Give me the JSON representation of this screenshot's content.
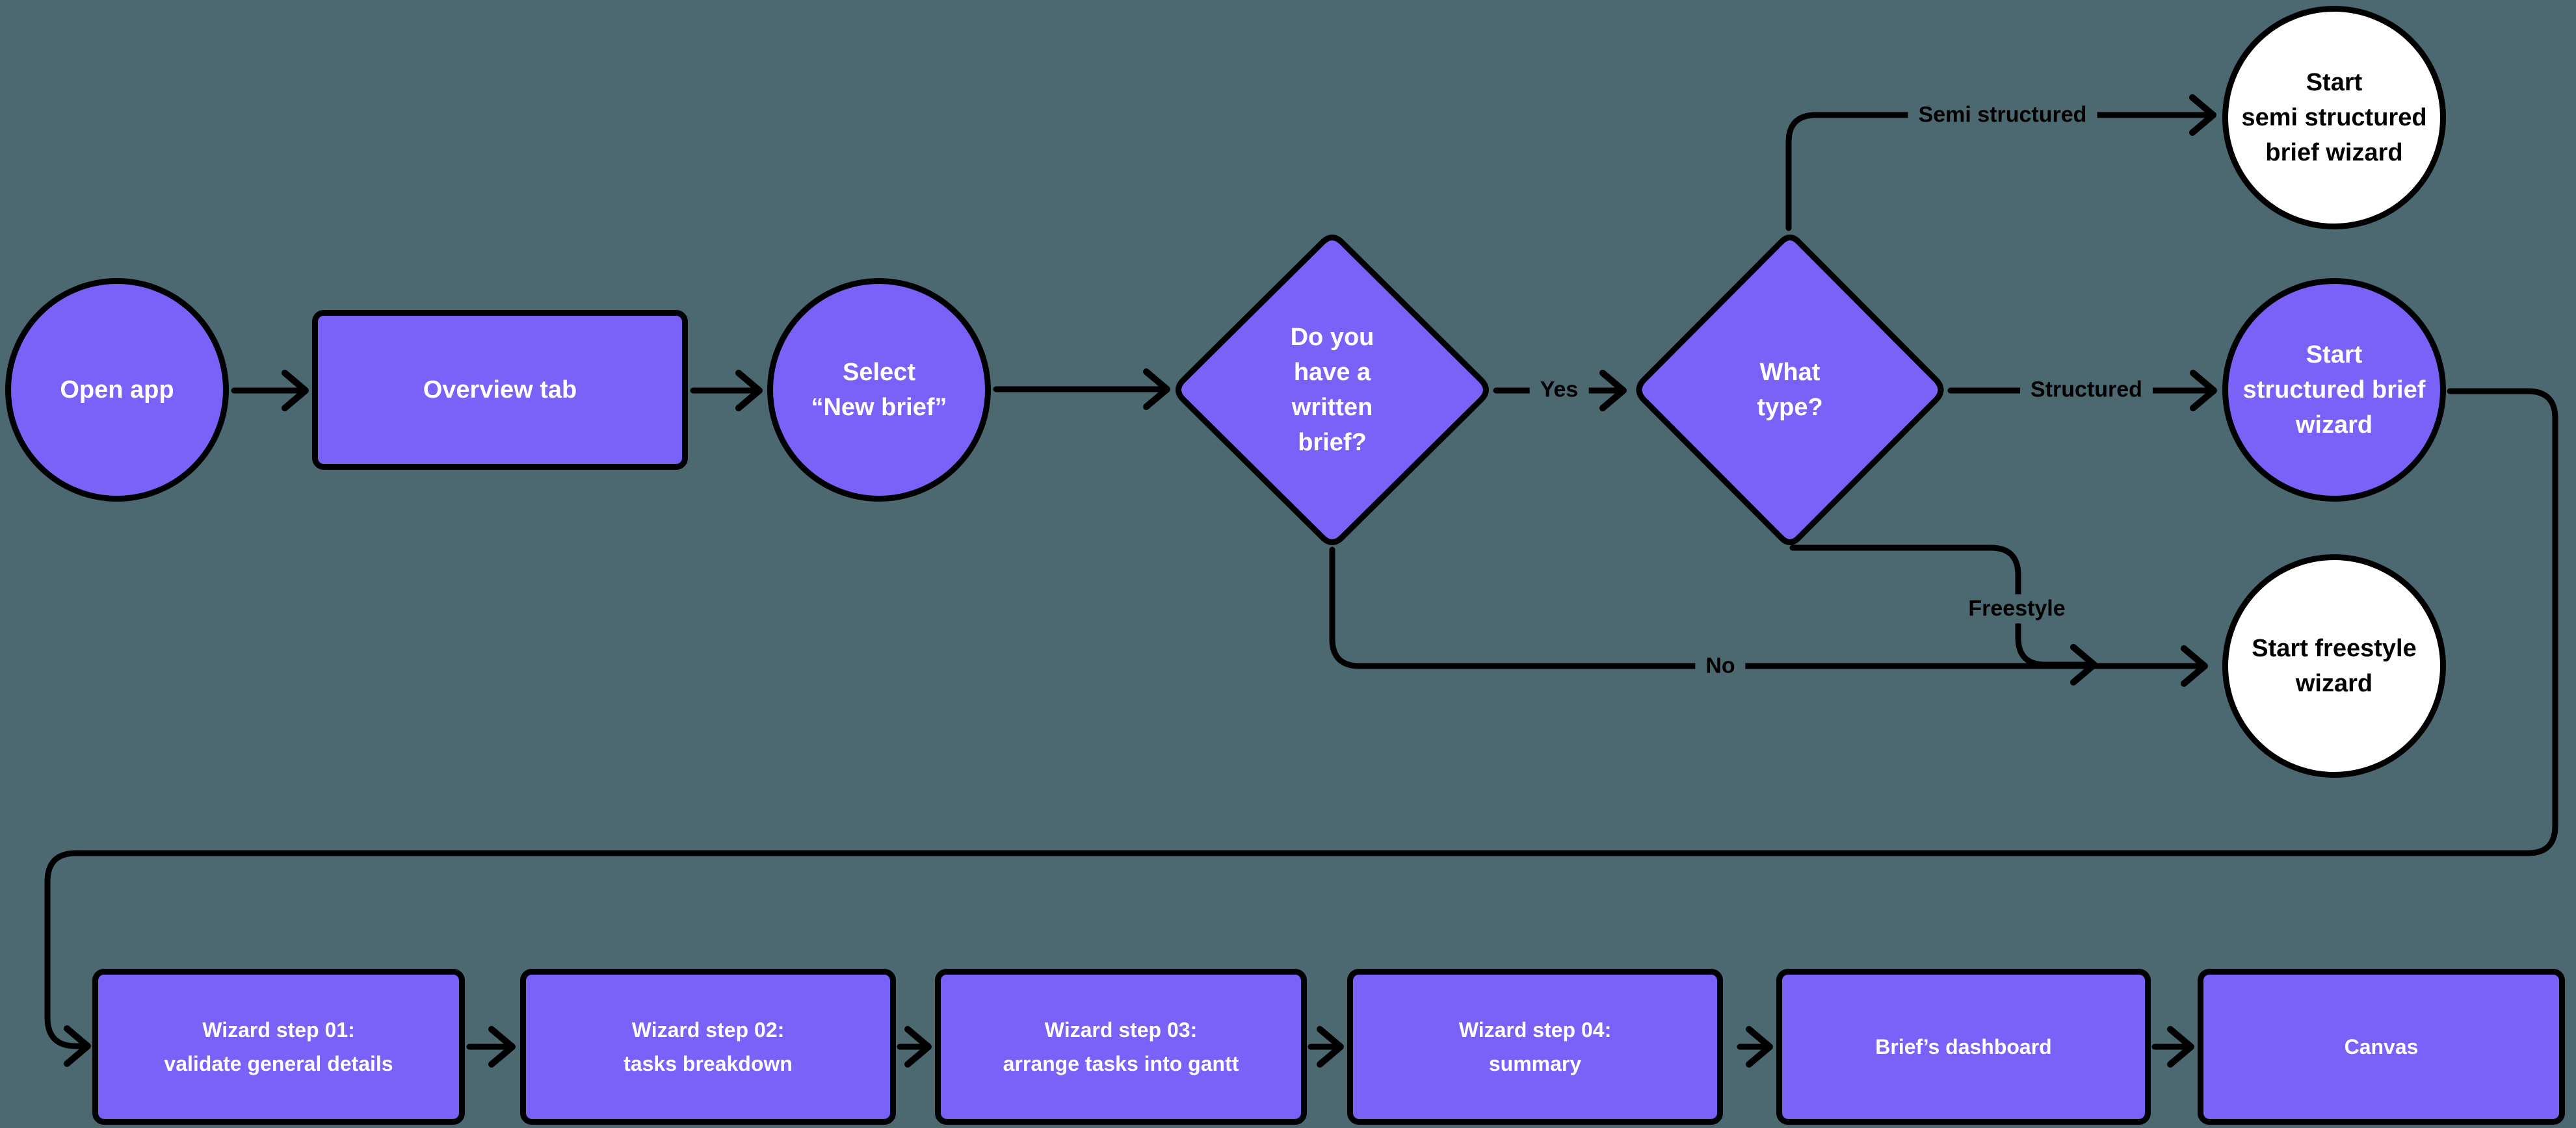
{
  "title": "Brief wizard flowchart",
  "colors": {
    "canvas_bg": "#4C6870",
    "node_purple": "#7A61F7",
    "node_white": "#FFFFFF",
    "stroke": "#000000",
    "text_on_purple": "#FFFFFF",
    "text_on_white": "#000000",
    "label_text": "#000000"
  },
  "nodes": {
    "open_app": {
      "type": "start-circle",
      "lines": [
        "Open app"
      ]
    },
    "overview_tab": {
      "type": "process-rect",
      "lines": [
        "Overview tab"
      ]
    },
    "select_new_brief": {
      "type": "circle",
      "lines": [
        "Select",
        "“New brief”"
      ]
    },
    "written_brief_question": {
      "type": "decision-diamond",
      "lines": [
        "Do you",
        "have a",
        "written",
        "brief?"
      ]
    },
    "what_type_question": {
      "type": "decision-diamond",
      "lines": [
        "What",
        "type?"
      ]
    },
    "start_semi_structured": {
      "type": "end-circle",
      "lines": [
        "Start",
        "semi structured",
        "brief wizard"
      ]
    },
    "start_structured": {
      "type": "circle",
      "lines": [
        "Start",
        "structured brief",
        "wizard"
      ]
    },
    "start_freestyle": {
      "type": "end-circle",
      "lines": [
        "Start freestyle",
        "wizard"
      ]
    },
    "wizard_step_01": {
      "type": "process-rect",
      "lines": [
        "Wizard step 01:",
        "validate general details"
      ]
    },
    "wizard_step_02": {
      "type": "process-rect",
      "lines": [
        "Wizard step 02:",
        "tasks breakdown"
      ]
    },
    "wizard_step_03": {
      "type": "process-rect",
      "lines": [
        "Wizard step 03:",
        "arrange tasks into gantt"
      ]
    },
    "wizard_step_04": {
      "type": "process-rect",
      "lines": [
        "Wizard step 04:",
        "summary"
      ]
    },
    "briefs_dashboard": {
      "type": "process-rect",
      "lines": [
        "Brief’s dashboard"
      ]
    },
    "canvas_node": {
      "type": "process-rect",
      "lines": [
        "Canvas"
      ]
    }
  },
  "edges": [
    {
      "from": "open_app",
      "to": "overview_tab",
      "label": ""
    },
    {
      "from": "overview_tab",
      "to": "select_new_brief",
      "label": ""
    },
    {
      "from": "select_new_brief",
      "to": "written_brief_question",
      "label": ""
    },
    {
      "from": "written_brief_question",
      "to": "what_type_question",
      "label": "Yes"
    },
    {
      "from": "written_brief_question",
      "to": "start_freestyle",
      "label": "No"
    },
    {
      "from": "what_type_question",
      "to": "start_semi_structured",
      "label": "Semi structured"
    },
    {
      "from": "what_type_question",
      "to": "start_structured",
      "label": "Structured"
    },
    {
      "from": "what_type_question",
      "to": "start_freestyle",
      "label": "Freestyle"
    },
    {
      "from": "start_structured",
      "to": "wizard_step_01",
      "label": ""
    },
    {
      "from": "wizard_step_01",
      "to": "wizard_step_02",
      "label": ""
    },
    {
      "from": "wizard_step_02",
      "to": "wizard_step_03",
      "label": ""
    },
    {
      "from": "wizard_step_03",
      "to": "wizard_step_04",
      "label": ""
    },
    {
      "from": "wizard_step_04",
      "to": "briefs_dashboard",
      "label": ""
    },
    {
      "from": "briefs_dashboard",
      "to": "canvas_node",
      "label": ""
    }
  ]
}
